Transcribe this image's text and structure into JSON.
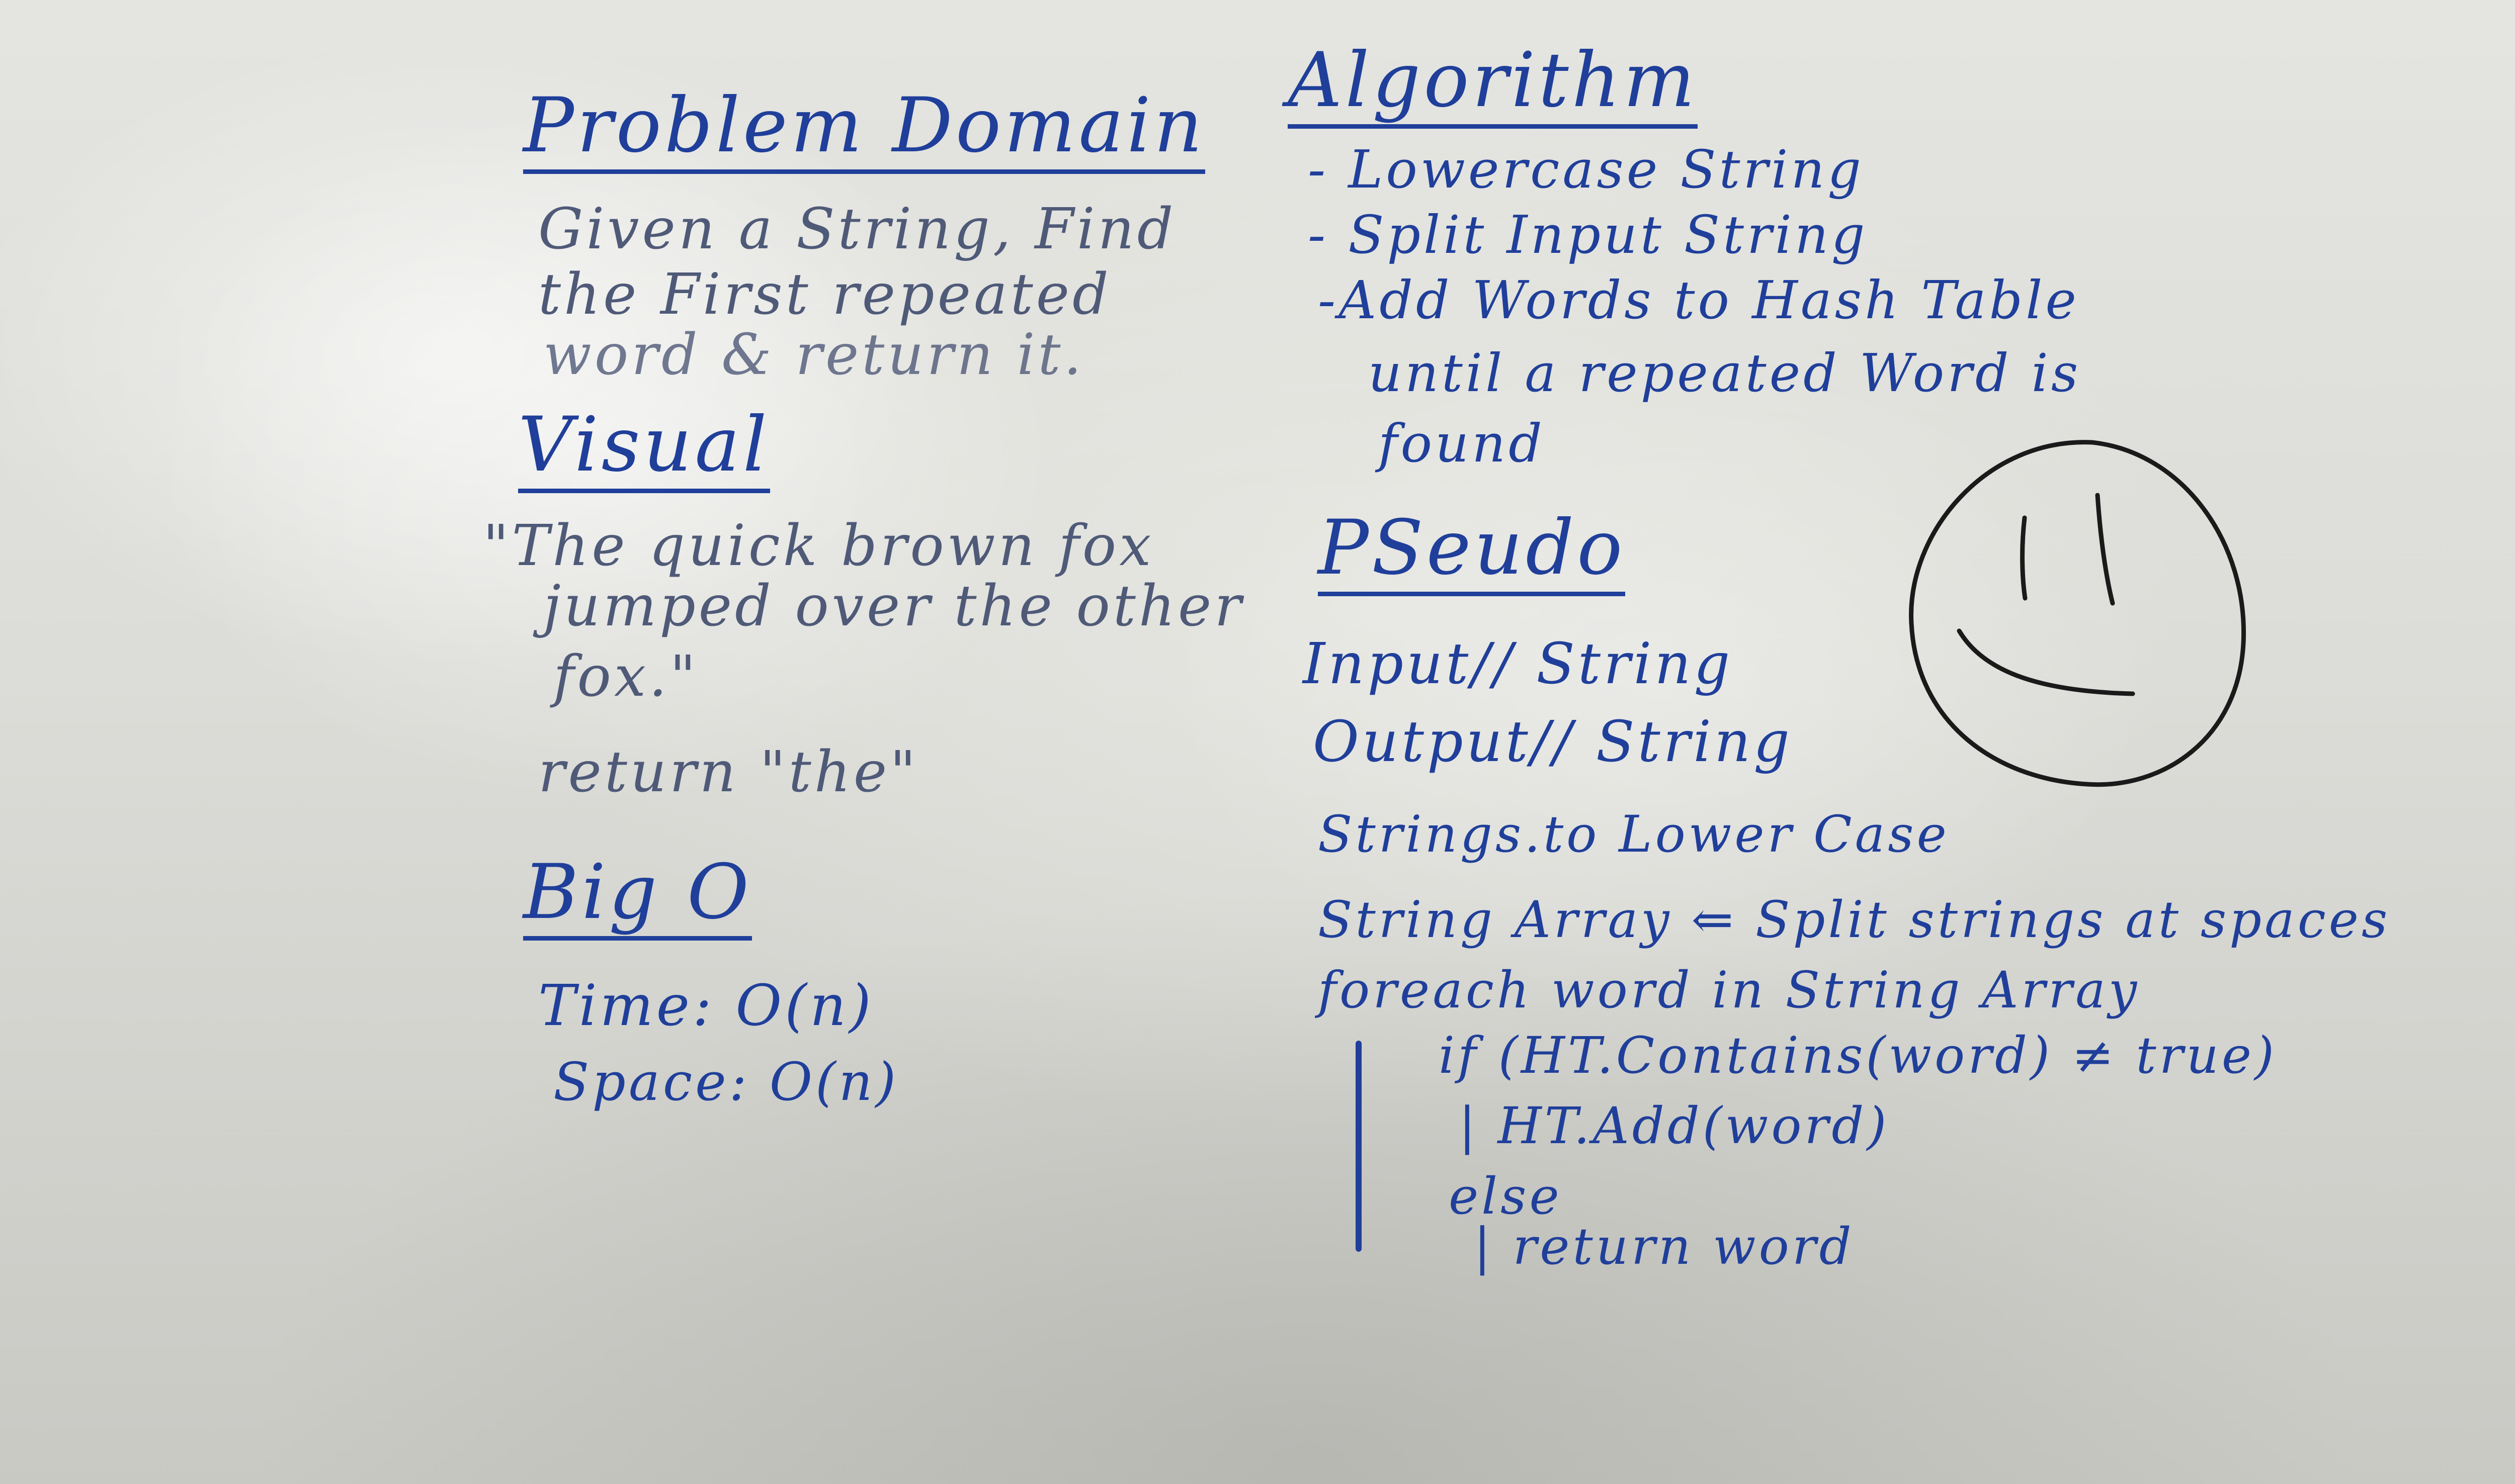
{
  "problem_domain": {
    "heading": "Problem Domain",
    "lines": [
      "Given a String, Find",
      "the First repeated",
      "word & return it."
    ]
  },
  "visual": {
    "heading": "Visual",
    "lines": [
      "\"The quick brown fox",
      "jumped over the other",
      "fox.\"",
      "return \"the\""
    ]
  },
  "big_o": {
    "heading": "Big O",
    "lines": [
      "Time: O(n)",
      "Space: O(n)"
    ]
  },
  "algorithm": {
    "heading": "Algorithm",
    "lines": [
      "- Lowercase String",
      "- Split Input String",
      "-Add Words to Hash Table",
      "until a repeated Word is",
      "found"
    ]
  },
  "pseudo": {
    "heading": "PSeudo",
    "lines": [
      "Input// String",
      "Output// String",
      "Strings.to Lower Case",
      "String Array ⇐ Split strings at spaces",
      "foreach word in String Array",
      "if (HT.Contains(word) ≠ true)",
      "| HT.Add(word)",
      "else",
      "| return word"
    ]
  },
  "colors": {
    "ink_blue": "#1f3f9a",
    "ink_black": "#1a1a1a",
    "board": "#dcdcd8"
  },
  "icons": [
    "smiley-face-drawing"
  ]
}
